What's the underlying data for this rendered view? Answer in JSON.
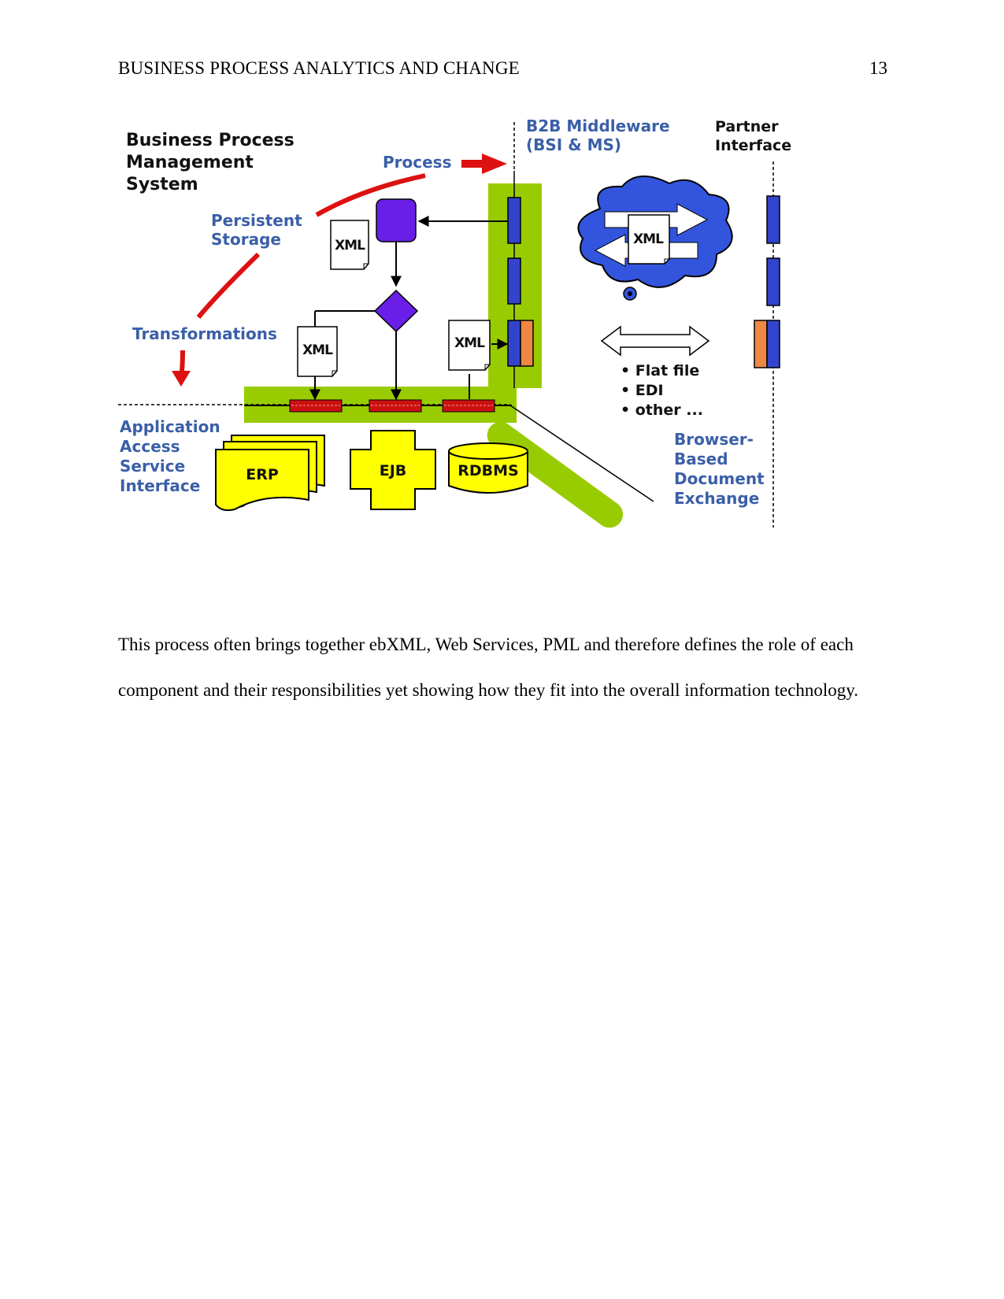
{
  "header": {
    "running_head": "BUSINESS PROCESS ANALYTICS AND CHANGE",
    "page_number": "13"
  },
  "figure": {
    "title_lines": [
      "Business Process",
      "Management",
      "System"
    ],
    "process_label": "Process",
    "persistent_storage_lines": [
      "Persistent",
      "Storage"
    ],
    "transformations_label": "Transformations",
    "b2b_lines": [
      "B2B Middleware",
      "(BSI & MS)"
    ],
    "partner_lines": [
      "Partner",
      "Interface"
    ],
    "xml_label": "XML",
    "bullets": [
      "• Flat file",
      "• EDI",
      "• other ..."
    ],
    "app_access_lines": [
      "Application",
      "Access",
      "Service",
      "Interface"
    ],
    "erp_label": "ERP",
    "ejb_label": "EJB",
    "rdbms_label": "RDBMS",
    "browser_lines": [
      "Browser-",
      "Based",
      "Document",
      "Exchange"
    ],
    "colors": {
      "green": "#99cc00",
      "blue_component": "#3344cc",
      "purple": "#6a1fe8",
      "yellow": "#ffff00",
      "red_arrow": "#dd1111",
      "label_blue": "#3a5fa8",
      "orange": "#ee8844",
      "connector_red": "#cc1111"
    },
    "icons": [
      "document-icon",
      "cloud-icon",
      "double-arrow-icon",
      "database-cylinder-icon",
      "cross-shape-icon"
    ]
  },
  "body": {
    "paragraph": "This process often brings together ebXML, Web Services, PML and therefore defines the role of each component and their responsibilities yet showing how they fit into the overall information technology."
  }
}
